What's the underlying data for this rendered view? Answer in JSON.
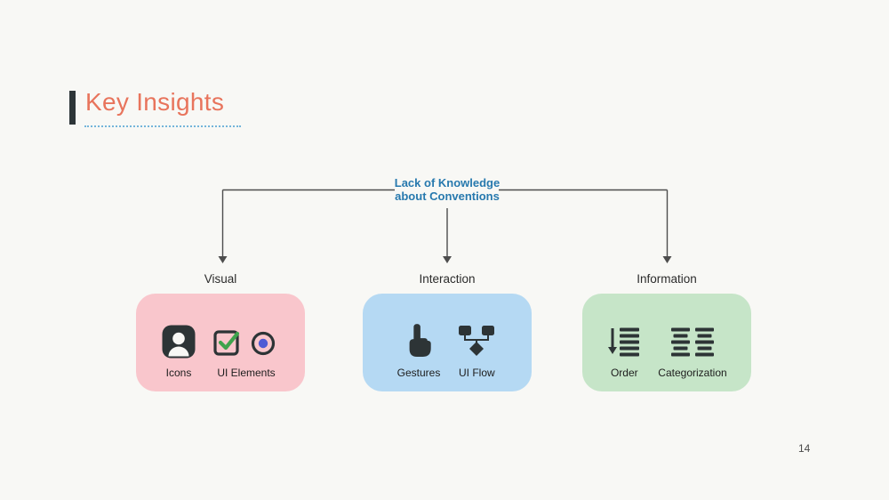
{
  "slide": {
    "title": "Key Insights",
    "page_number": "14"
  },
  "diagram": {
    "root": {
      "line1": "Lack of Knowledge",
      "line2": "about Conventions"
    },
    "branches": [
      {
        "label": "Visual",
        "items": [
          {
            "icon": "user-avatar-icon",
            "label": "Icons"
          },
          {
            "icon": "checkbox-radio-icon",
            "label": "UI Elements"
          }
        ]
      },
      {
        "label": "Interaction",
        "items": [
          {
            "icon": "pointing-hand-icon",
            "label": "Gestures"
          },
          {
            "icon": "flowchart-icon",
            "label": "UI Flow"
          }
        ]
      },
      {
        "label": "Information",
        "items": [
          {
            "icon": "sorted-list-icon",
            "label": "Order"
          },
          {
            "icon": "category-columns-icon",
            "label": "Categorization"
          }
        ]
      }
    ]
  },
  "colors": {
    "background": "#f8f8f5",
    "title": "#e8745c",
    "title_accent_bar": "#2d3538",
    "title_underline": "#74b5da",
    "root_label": "#2779ae",
    "connector": "#4d4d4d",
    "box_visual": "#f9c6cc",
    "box_interaction": "#b5d9f3",
    "box_information": "#c6e5c8",
    "icon": "#2d3436",
    "check_green": "#3fa34d",
    "radio_blue": "#4f5bd5"
  }
}
